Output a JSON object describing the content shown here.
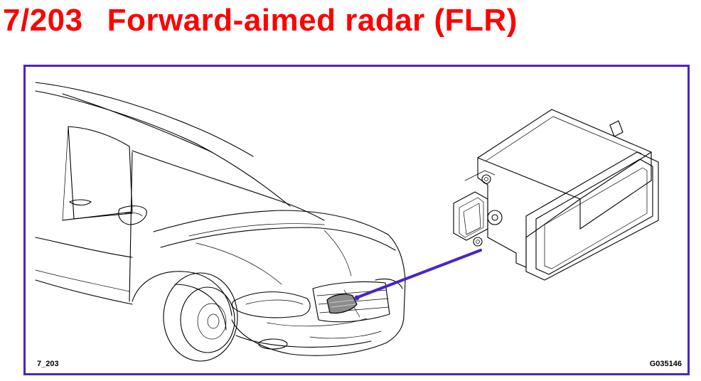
{
  "title": {
    "number": "7/203",
    "text": "Forward-aimed radar (FLR)"
  },
  "figure": {
    "number_label": "7_203",
    "reference_code": "G035146"
  },
  "colors": {
    "title_red": "#ff0000",
    "frame_blue": "#4a24c8",
    "leader_blue": "#4a24c8",
    "sensor_gray": "#8c8c8c"
  }
}
